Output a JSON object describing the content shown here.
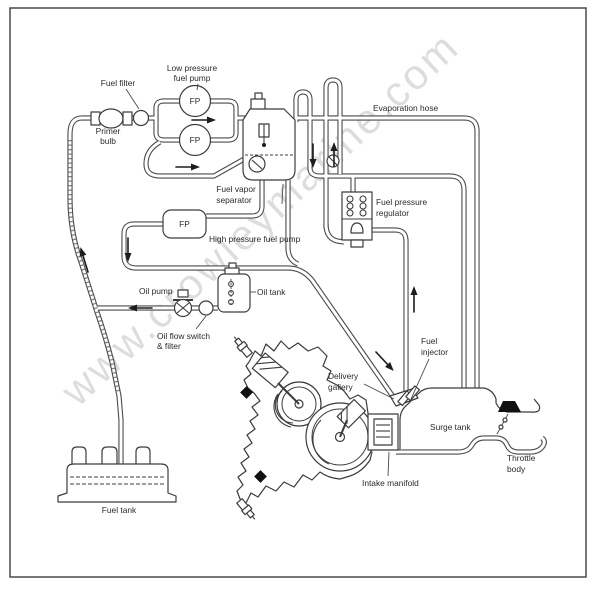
{
  "watermark": "www.crowleymarine.com",
  "badges": {
    "fp": "FP"
  },
  "labels": {
    "fuel_filter": "Fuel filter",
    "low_pressure_pump": [
      "Low pressure",
      "fuel pump"
    ],
    "primer_bulb": [
      "Primer",
      "bulb"
    ],
    "fuel_vapor_separator": [
      "Fuel vapor",
      "separator"
    ],
    "high_pressure_pump": "High pressure fuel pump",
    "evaporation_hose": "Evaporation hose",
    "fuel_pressure_regulator": [
      "Fuel pressure",
      "regulator"
    ],
    "oil_pump": "Oil pump",
    "oil_tank": "Oil tank",
    "oil_flow_switch": [
      "Oil flow switch",
      "& filter"
    ],
    "fuel_tank": "Fuel tank",
    "delivery_gallery": [
      "Delivery",
      "gallery"
    ],
    "fuel_injector": [
      "Fuel",
      "injector"
    ],
    "surge_tank": "Surge tank",
    "intake_manifold": "Intake manifold",
    "throttle_body": [
      "Throttle",
      "body"
    ]
  },
  "flow_arrows": [
    {
      "direction": "right",
      "location": "inside low pressure pump loop"
    },
    {
      "direction": "right",
      "location": "feed line below pump loop"
    },
    {
      "direction": "down",
      "location": "vent pipe right of vapor separator"
    },
    {
      "direction": "up",
      "location": "return pipe right of vapor separator"
    },
    {
      "direction": "down",
      "location": "left of high pressure pump outlet"
    },
    {
      "direction": "up",
      "location": "fuel suction hose from tank"
    },
    {
      "direction": "left",
      "location": "oil pump discharge line"
    },
    {
      "direction": "down-right",
      "location": "diagonal line to delivery gallery"
    },
    {
      "direction": "up",
      "location": "return line from delivery gallery to regulator"
    }
  ],
  "line_color": "#4b4b4b",
  "background_color": "#ffffff"
}
